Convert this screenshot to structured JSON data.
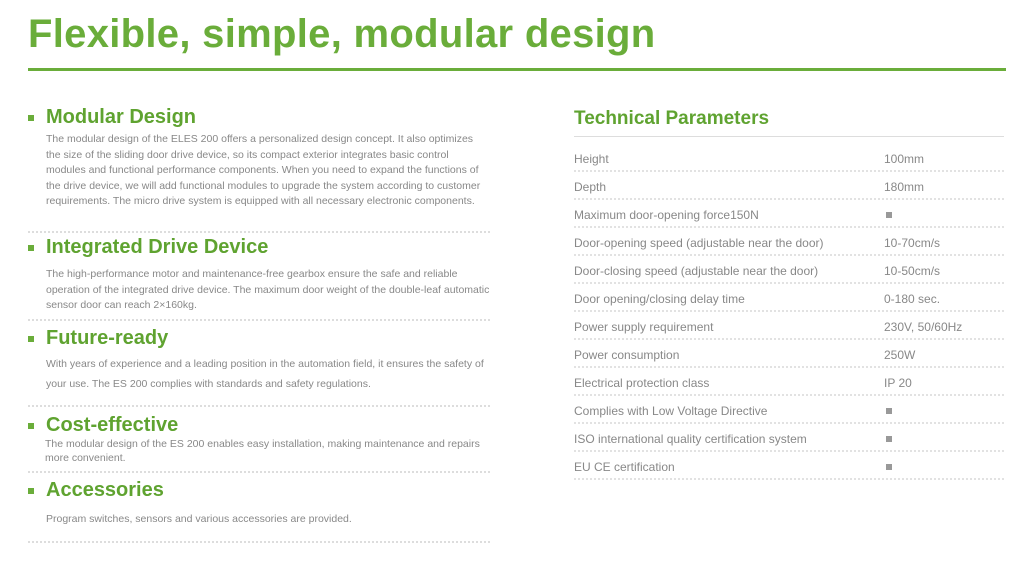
{
  "title": "Flexible, simple, modular design",
  "sections": [
    {
      "heading": "Modular Design",
      "text": "The modular design of the ELES 200 offers a personalized design concept. It also optimizes the size of the sliding door drive device, so its compact exterior integrates basic control modules and functional performance components. When you need to expand the functions of the drive device, we will add functional modules to upgrade the system according to customer requirements. The micro drive system is equipped with all necessary electronic components."
    },
    {
      "heading": "Integrated Drive Device",
      "text": "The high-performance motor and maintenance-free gearbox ensure the safe and reliable operation of the integrated drive device. The maximum door weight of the double-leaf automatic sensor door can reach 2×160kg."
    },
    {
      "heading": "Future-ready",
      "text": "With years of experience and a leading position in the automation field, it ensures the safety of your use. The ES 200 complies with standards and safety regulations."
    },
    {
      "heading": "Cost-effective",
      "text": "The modular design of the ES 200 enables easy installation, making maintenance and repairs more convenient."
    },
    {
      "heading": "Accessories",
      "text": "Program switches, sensors and various accessories are provided."
    }
  ],
  "tech": {
    "heading": "Technical Parameters",
    "rows": [
      {
        "k": "Height",
        "v": "100mm"
      },
      {
        "k": "Depth",
        "v": "180mm"
      },
      {
        "k": "Maximum door-opening force150N",
        "v": null
      },
      {
        "k": "Door-opening speed (adjustable near the door)",
        "v": "10-70cm/s"
      },
      {
        "k": "Door-closing speed (adjustable near the door)",
        "v": "10-50cm/s"
      },
      {
        "k": "Door opening/closing delay time",
        "v": "0-180 sec."
      },
      {
        "k": "Power supply requirement",
        "v": "230V, 50/60Hz"
      },
      {
        "k": "Power consumption",
        "v": "250W"
      },
      {
        "k": "Electrical protection class",
        "v": "IP 20"
      },
      {
        "k": "Complies with Low Voltage Directive",
        "v": null
      },
      {
        "k": "ISO international quality certification system",
        "v": null
      },
      {
        "k": "EU CE certification",
        "v": null
      }
    ]
  }
}
